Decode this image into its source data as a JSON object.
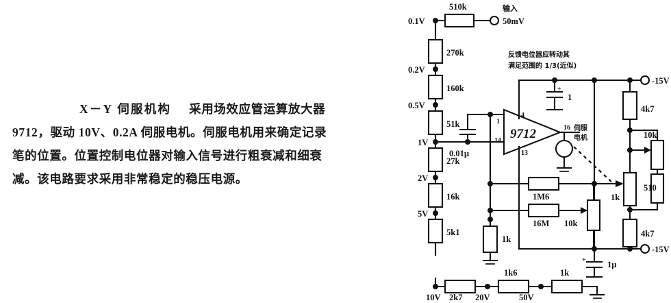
{
  "document": {
    "title": "X-Y 伺服机构",
    "description": {
      "heading": "X－Y 伺服机构",
      "line1_rest": "采用场效应管运算放大器",
      "line2": "9712，驱动 10V、0.2A 伺服电机。伺服电机用来确定记录",
      "line3": "笔的位置。位置控制电位器对输入信号进行粗衰减和细衰",
      "line4": "减。该电路要求采用非常稳定的稳压电源。"
    }
  },
  "schematic": {
    "ic": {
      "part_number": "9712",
      "pins": {
        "non_inv": "1",
        "inv": "14",
        "vplus": "4",
        "vminus": "13",
        "out": "16"
      }
    },
    "annotations": {
      "input_label": "输入",
      "input_value": "50mV",
      "feedback_note_line1": "反馈电位器应转动其",
      "feedback_note_line2": "满足范围的 1/3(近似)",
      "motor_line1": "伺服",
      "motor_line2": "电机",
      "supply_top": "-15V",
      "supply_bottom": "-15V"
    },
    "ladder_taps": [
      "0.1V",
      "0.2V",
      "0.5V",
      "1V",
      "2V",
      "5V"
    ],
    "ladder_resistors": [
      "270k",
      "160k",
      "51k",
      "27k",
      "16k",
      "5k1"
    ],
    "bottom_taps": [
      "10V",
      "20V",
      "50V"
    ],
    "bottom_resistors": [
      "2k7",
      "1k6",
      "1k"
    ],
    "series_input_resistor": "510k",
    "capacitors": {
      "input_shunt": "0.01µ",
      "supply_top": "1",
      "supply_bottom": "1µ"
    },
    "feedback_resistors": {
      "r1": "1M6",
      "r2": "16M"
    },
    "pots": {
      "gain_trim": "10k",
      "feedback_pot": "1k",
      "balance_pot": "10k"
    },
    "bridge_resistors": {
      "top": "4k7",
      "bottom": "4k7",
      "series": "510",
      "bias": "1k"
    }
  }
}
